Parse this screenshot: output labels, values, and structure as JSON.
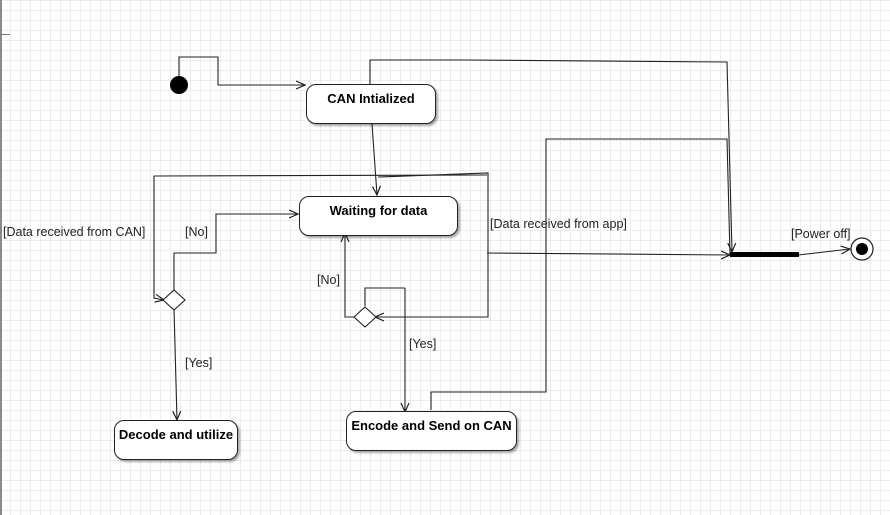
{
  "states": {
    "can_init": "CAN Intialized",
    "waiting": "Waiting for data",
    "decode": "Decode and utilize",
    "encode": "Encode and Send on CAN"
  },
  "guards": {
    "data_from_can": "[Data received from CAN]",
    "no_left": "[No]",
    "yes_left": "[Yes]",
    "no_right": "[No]",
    "yes_right": "[Yes]",
    "data_from_app": "[Data received from app]",
    "power_off": "[Power off]"
  }
}
